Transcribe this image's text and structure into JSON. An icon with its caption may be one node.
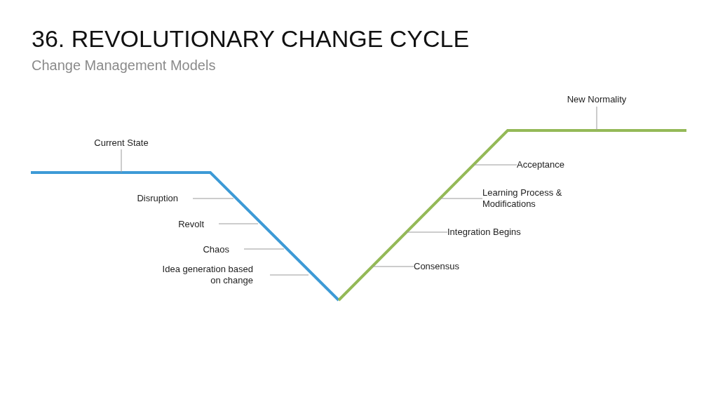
{
  "diagram": {
    "title": "36. REVOLUTIONARY CHANGE CYCLE",
    "caption": "Change Management Models",
    "nodes": [
      {
        "text": [
          "Current State"
        ]
      },
      {
        "text": [
          "Disruption"
        ]
      },
      {
        "text": [
          "Revolt"
        ]
      },
      {
        "text": [
          "Chaos"
        ]
      },
      {
        "text": [
          "Idea generation based on change"
        ]
      },
      {
        "text": [
          "New Normality"
        ]
      },
      {
        "text": [
          "Acceptance"
        ]
      },
      {
        "text": [
          "Learning Process & Modifications"
        ]
      },
      {
        "text": [
          "Integration Begins"
        ]
      },
      {
        "text": [
          "Consensus"
        ]
      }
    ],
    "edges": [
      {
        "from": 0,
        "to": null,
        "arrow": "none"
      },
      {
        "from": 1,
        "to": null,
        "arrow": "none"
      },
      {
        "from": 2,
        "to": null,
        "arrow": "none"
      },
      {
        "from": 3,
        "to": null,
        "arrow": "none"
      },
      {
        "from": 4,
        "to": null,
        "arrow": "none"
      },
      {
        "from": 5,
        "to": null,
        "arrow": "none"
      },
      {
        "from": 6,
        "to": null,
        "arrow": "none"
      },
      {
        "from": 7,
        "to": null,
        "arrow": "none"
      },
      {
        "from": 8,
        "to": null,
        "arrow": "none"
      },
      {
        "from": 9,
        "to": null,
        "arrow": "none"
      }
    ]
  }
}
